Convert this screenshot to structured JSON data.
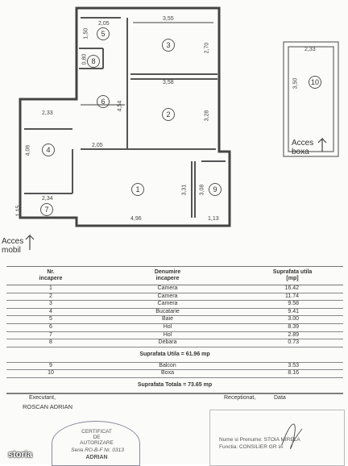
{
  "plan": {
    "dims": {
      "d205": "2,05",
      "d355": "3,55",
      "d150": "1,50",
      "d270": "2,70",
      "d080": "0,80",
      "d358": "3,58",
      "d454": "4,54",
      "d328": "3,28",
      "d233": "2,33",
      "d406": "4,06",
      "d205b": "2,05",
      "d331": "3,31",
      "d308": "3,08",
      "d234": "2,34",
      "d115": "1,15",
      "d496": "4,96",
      "d113": "1,13",
      "d233b": "2,33",
      "d350": "3,50"
    },
    "room_numbers": [
      "1",
      "2",
      "3",
      "4",
      "5",
      "6",
      "7",
      "8",
      "9",
      "10"
    ],
    "acces_mobil": "Acces\nmobil",
    "acces_boxa": "Acces\nboxa"
  },
  "table": {
    "headers": {
      "nr": "Nr.\nincapere",
      "denumire": "Denumire\nincapere",
      "suprafata": "Suprafata utila\n[mp]"
    },
    "rows": [
      {
        "nr": "1",
        "name": "Camera",
        "area": "16.42"
      },
      {
        "nr": "2",
        "name": "Camera",
        "area": "11.74"
      },
      {
        "nr": "3",
        "name": "Camera",
        "area": "9.58"
      },
      {
        "nr": "4",
        "name": "Bucatarie",
        "area": "9.41"
      },
      {
        "nr": "5",
        "name": "Baie",
        "area": "3.00"
      },
      {
        "nr": "6",
        "name": "Hol",
        "area": "8.39"
      },
      {
        "nr": "7",
        "name": "Hol",
        "area": "2.89"
      },
      {
        "nr": "8",
        "name": "Debara",
        "area": "0.73"
      }
    ],
    "suprafata_utila": "Suprafata Utila = 61.96 mp",
    "rows2": [
      {
        "nr": "9",
        "name": "Balcon",
        "area": "3.53"
      },
      {
        "nr": "10",
        "name": "Boxa",
        "area": "8.16"
      }
    ],
    "suprafata_totala": "Suprafata Totala = 73.65 mp"
  },
  "footer": {
    "executant": "Executant,",
    "name": "ROSCAN ADRIAN",
    "receptionat": "Receptionat,",
    "data": "Data",
    "stamp_title": "CERTIFICAT\nDE\nAUTORIZARE",
    "stamp_serie": "Seria RO-B-F Nr. 0313",
    "stamp_name": "ADRIAN",
    "sign_line1": "Nume si Prenume: STOIA MIRELA",
    "sign_line2": "Functia: CONSILIER GR IA"
  },
  "watermark": "storia"
}
